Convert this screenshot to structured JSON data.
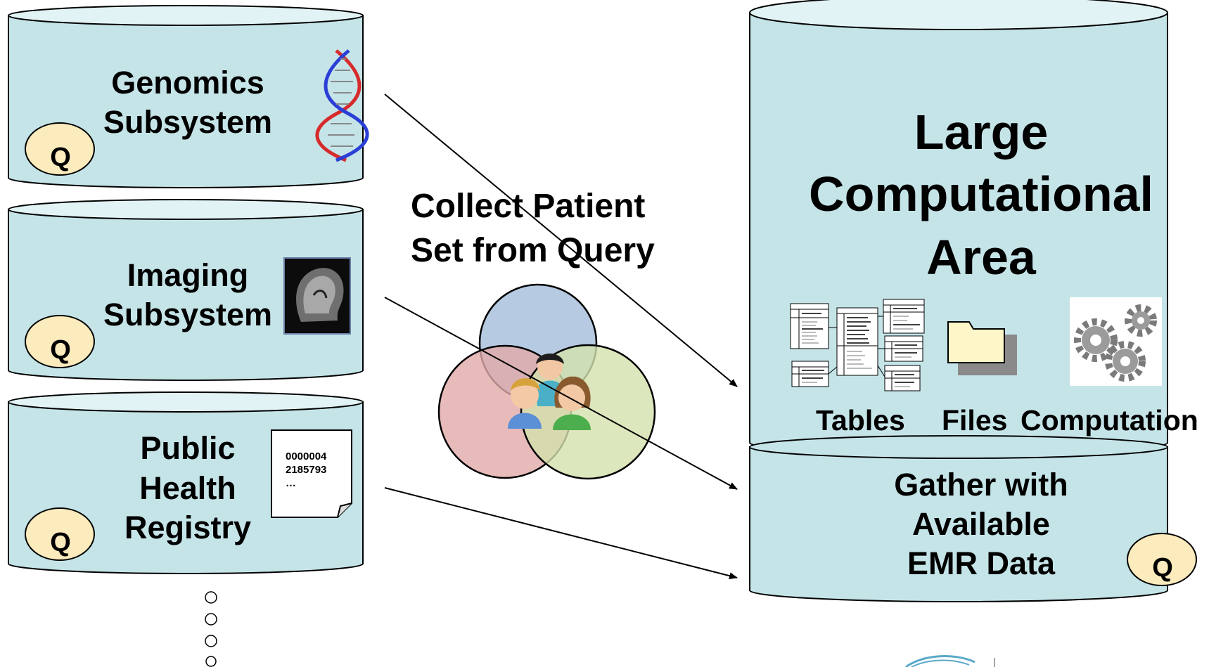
{
  "subsystems": [
    {
      "title_lines": [
        "Genomics",
        "Subsystem"
      ],
      "q_label": "Q",
      "icon": "dna-icon"
    },
    {
      "title_lines": [
        "Imaging",
        "Subsystem"
      ],
      "q_label": "Q",
      "icon": "mri-head-icon"
    },
    {
      "title_lines": [
        "Public",
        "Health",
        "Registry"
      ],
      "q_label": "Q",
      "icon": "document-icon",
      "document_lines": [
        "0000004",
        "2185793",
        "…"
      ]
    }
  ],
  "center": {
    "title_lines": [
      "Collect Patient",
      "Set from Query"
    ],
    "venn_colors": {
      "top": "#a9c1dc",
      "left": "#e2aaaa",
      "right": "#d3e1ad"
    },
    "icon": "patient-group-icon"
  },
  "computational": {
    "title_lines": [
      "Large",
      "Computational",
      "Area"
    ],
    "items": [
      {
        "label": "Tables",
        "icon": "schema-tables-icon"
      },
      {
        "label": "Files",
        "icon": "folder-icon"
      },
      {
        "label": "Computation",
        "icon": "gears-icon"
      }
    ]
  },
  "emr": {
    "title_lines": [
      "Gather with",
      "Available",
      "EMR Data"
    ],
    "q_label": "Q"
  },
  "colors": {
    "cylinder_fill": "#c5e4e8",
    "q_badge_fill": "#fbebbd",
    "folder_fill": "#fdf6c9"
  }
}
